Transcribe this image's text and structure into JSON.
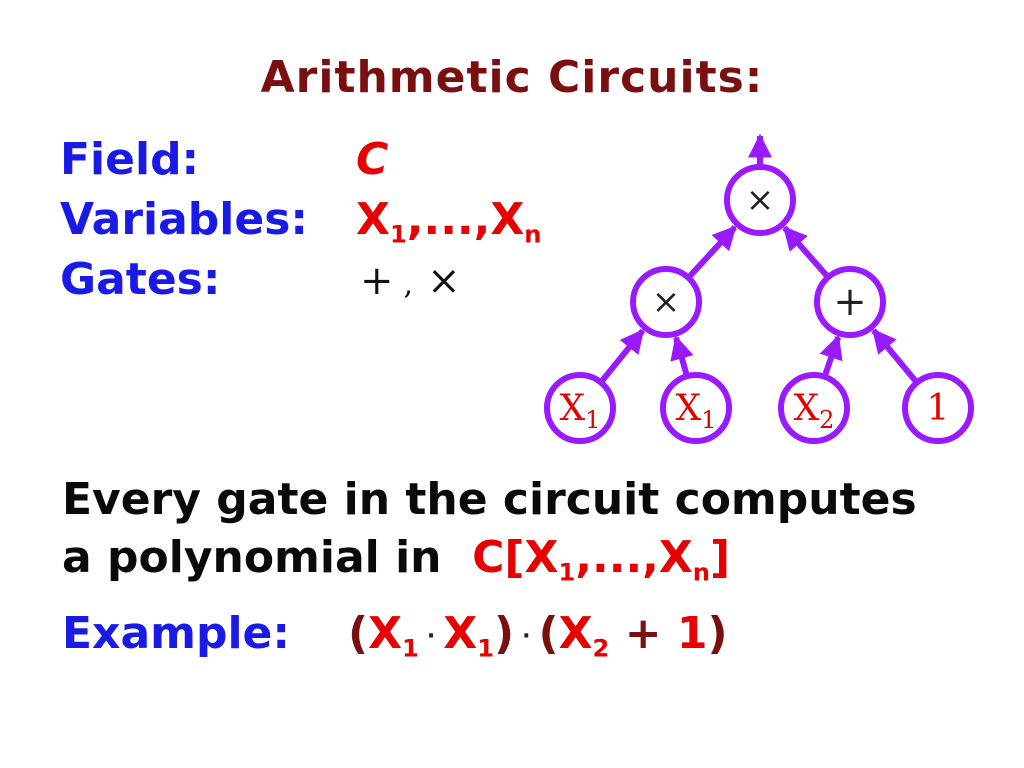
{
  "title": "Arithmetic Circuits:",
  "definitions": {
    "field_label": "Field:",
    "field_value": "C",
    "variables_label": "Variables:",
    "variables_value": {
      "x1": "X",
      "sub1": "1",
      "ellipsis": ",...,",
      "xn": "X",
      "subn": "n"
    },
    "gates_label": "Gates:",
    "gates_value": {
      "plus": "+",
      "comma": ",",
      "times": "×"
    }
  },
  "statement": {
    "line1": "Every gate in the circuit computes",
    "line2_prefix": "a polynomial in",
    "ring": {
      "c": "C[X",
      "sub1": "1",
      "mid": ",...,X",
      "subn": "n",
      "close": "]"
    }
  },
  "example": {
    "label": "Example:",
    "open1": "(",
    "x1a": "X",
    "s1a": "1",
    "dot1": "·",
    "x1b": "X",
    "s1b": "1",
    "close1": ")",
    "dot2": "·",
    "open2": "(",
    "x2": "X",
    "s2": "2",
    "plus": "+",
    "one": "1",
    "close2": ")"
  },
  "circuit": {
    "nodes": [
      {
        "id": "root",
        "label": "×",
        "kind": "gate"
      },
      {
        "id": "mul",
        "label": "×",
        "kind": "gate"
      },
      {
        "id": "add",
        "label": "+",
        "kind": "gate"
      },
      {
        "id": "in1",
        "label": "X",
        "sub": "1",
        "kind": "input"
      },
      {
        "id": "in2",
        "label": "X",
        "sub": "1",
        "kind": "input"
      },
      {
        "id": "in3",
        "label": "X",
        "sub": "2",
        "kind": "input"
      },
      {
        "id": "in4",
        "label": "1",
        "kind": "input"
      }
    ],
    "edges": [
      [
        "in1",
        "mul"
      ],
      [
        "in2",
        "mul"
      ],
      [
        "in3",
        "add"
      ],
      [
        "in4",
        "add"
      ],
      [
        "mul",
        "root"
      ],
      [
        "add",
        "root"
      ],
      [
        "root",
        "output"
      ]
    ]
  },
  "colors": {
    "edge": "#9a1aff",
    "input_label": "#e60000",
    "title": "#7a0f0f",
    "label": "#1a1ae6"
  }
}
